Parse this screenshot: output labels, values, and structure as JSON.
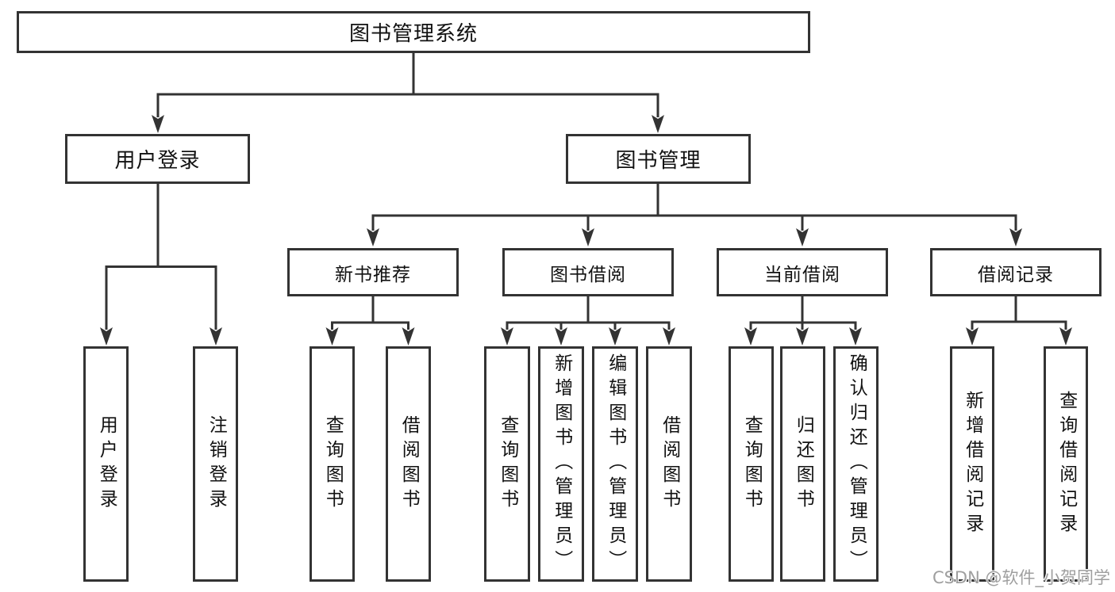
{
  "diagram": {
    "tree": {
      "label": "图书管理系统",
      "children": [
        {
          "label": "用户登录",
          "children": [
            {
              "label": "用户登录"
            },
            {
              "label": "注销登录"
            }
          ]
        },
        {
          "label": "图书管理",
          "children": [
            {
              "label": "新书推荐",
              "children": [
                {
                  "label": "查询图书"
                },
                {
                  "label": "借阅图书"
                }
              ]
            },
            {
              "label": "图书借阅",
              "children": [
                {
                  "label": "查询图书"
                },
                {
                  "label": "新增图书（管理员）"
                },
                {
                  "label": "编辑图书（管理员）"
                },
                {
                  "label": "借阅图书"
                }
              ]
            },
            {
              "label": "当前借阅",
              "children": [
                {
                  "label": "查询图书"
                },
                {
                  "label": "归还图书"
                },
                {
                  "label": "确认归还（管理员）"
                }
              ]
            },
            {
              "label": "借阅记录",
              "children": [
                {
                  "label": "新增借阅记录"
                },
                {
                  "label": "查询借阅记录"
                }
              ]
            }
          ]
        }
      ]
    },
    "colors": {
      "line": "#333333",
      "text": "#111111",
      "background": "#ffffff",
      "watermark": "#9f9f9f"
    },
    "watermark": "CSDN @软件_小贺同学"
  }
}
